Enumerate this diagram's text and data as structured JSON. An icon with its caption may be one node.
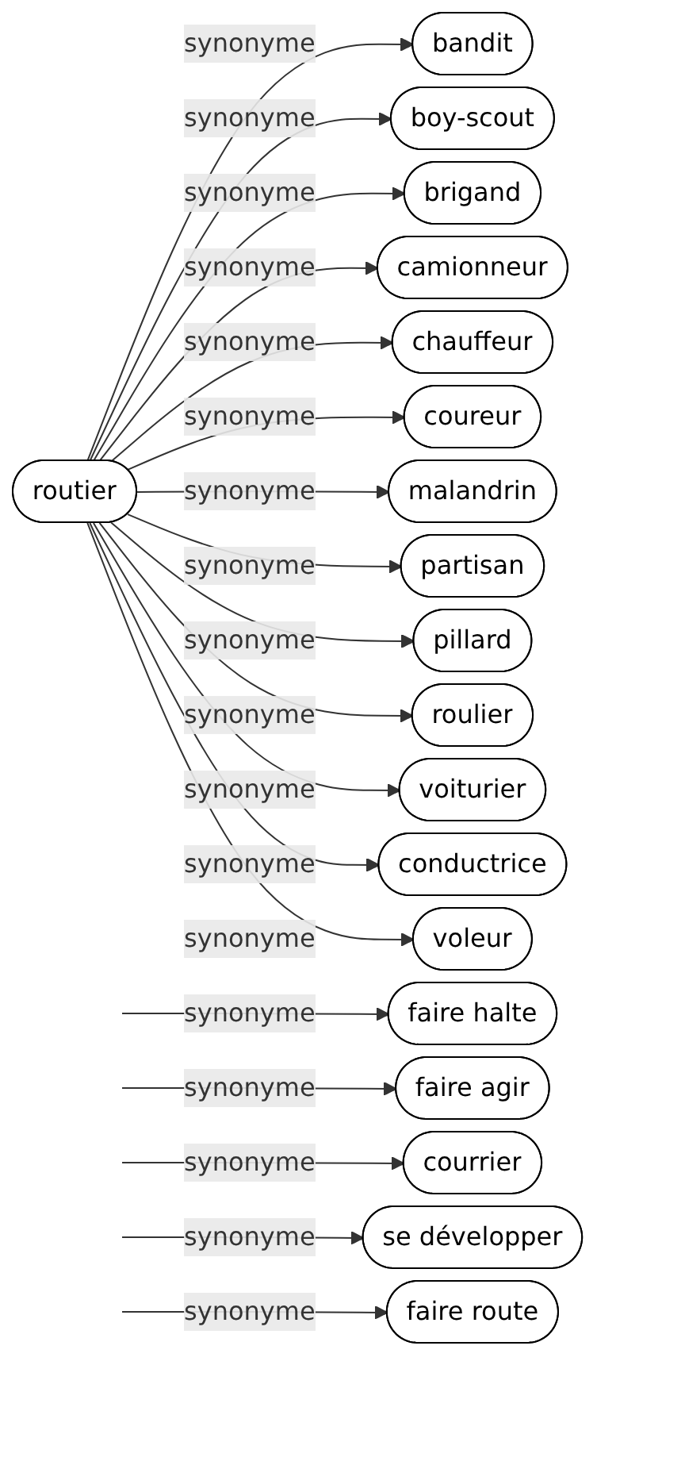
{
  "diagram": {
    "nodes": [
      {
        "text": [
          "routier"
        ]
      },
      {
        "text": [
          "bandit"
        ]
      },
      {
        "text": [
          "boy-scout"
        ]
      },
      {
        "text": [
          "brigand"
        ]
      },
      {
        "text": [
          "camionneur"
        ]
      },
      {
        "text": [
          "chauffeur"
        ]
      },
      {
        "text": [
          "coureur"
        ]
      },
      {
        "text": [
          "malandrin"
        ]
      },
      {
        "text": [
          "partisan"
        ]
      },
      {
        "text": [
          "pillard"
        ]
      },
      {
        "text": [
          "faire halte"
        ]
      },
      {
        "text": [
          "roulier"
        ]
      },
      {
        "text": [
          "faire agir"
        ]
      },
      {
        "text": [
          "voiturier"
        ]
      },
      {
        "text": [
          "courrier"
        ]
      },
      {
        "text": [
          "conductrice"
        ]
      },
      {
        "text": [
          "se développer"
        ]
      },
      {
        "text": [
          "voleur"
        ]
      },
      {
        "text": [
          "faire route"
        ]
      }
    ],
    "edges": [
      {
        "from": 0,
        "to": 1,
        "arrow": "to",
        "label": "synonyme"
      },
      {
        "from": 0,
        "to": 2,
        "arrow": "to",
        "label": "synonyme"
      },
      {
        "from": 0,
        "to": 3,
        "arrow": "to",
        "label": "synonyme"
      },
      {
        "from": 0,
        "to": 4,
        "arrow": "to",
        "label": "synonyme"
      },
      {
        "from": 0,
        "to": 5,
        "arrow": "to",
        "label": "synonyme"
      },
      {
        "from": 0,
        "to": 6,
        "arrow": "to",
        "label": "synonyme"
      },
      {
        "from": 0,
        "to": 7,
        "arrow": "to",
        "label": "synonyme"
      },
      {
        "from": 0,
        "to": 8,
        "arrow": "to",
        "label": "synonyme"
      },
      {
        "from": 0,
        "to": 9,
        "arrow": "to",
        "label": "synonyme"
      },
      {
        "from": null,
        "to": 10,
        "arrow": "to",
        "label": "synonyme"
      },
      {
        "from": 0,
        "to": 11,
        "arrow": "to",
        "label": "synonyme"
      },
      {
        "from": null,
        "to": 12,
        "arrow": "to",
        "label": "synonyme"
      },
      {
        "from": 0,
        "to": 13,
        "arrow": "to",
        "label": "synonyme"
      },
      {
        "from": null,
        "to": 14,
        "arrow": "to",
        "label": "synonyme"
      },
      {
        "from": 0,
        "to": 15,
        "arrow": "to",
        "label": "synonyme"
      },
      {
        "from": null,
        "to": 16,
        "arrow": "to",
        "label": "synonyme"
      },
      {
        "from": 0,
        "to": 17,
        "arrow": "to",
        "label": "synonyme"
      },
      {
        "from": null,
        "to": 18,
        "arrow": "to",
        "label": "synonyme"
      }
    ]
  }
}
